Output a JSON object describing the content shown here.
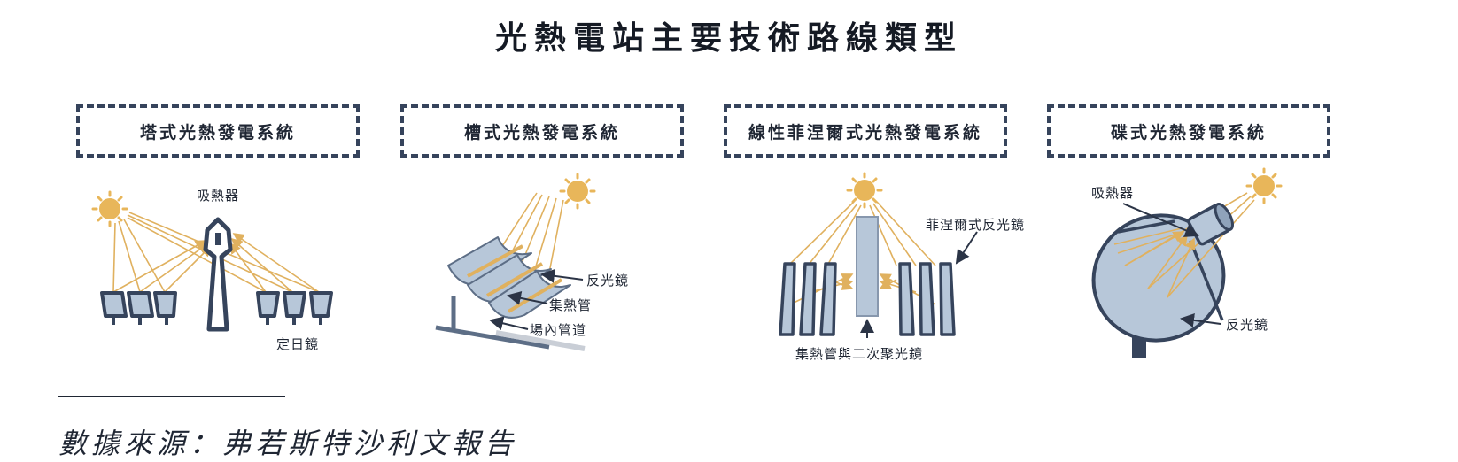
{
  "title": "光熱電站主要技術路線類型",
  "panels": [
    {
      "title": "塔式光熱發電系統",
      "labels": [
        "吸熱器",
        "定日鏡"
      ]
    },
    {
      "title": "槽式光熱發電系統",
      "labels": [
        "反光鏡",
        "集熱管",
        "場內管道"
      ]
    },
    {
      "title": "線性菲涅爾式光熱發電系統",
      "labels": [
        "菲涅爾式反光鏡",
        "集熱管與二次聚光鏡"
      ]
    },
    {
      "title": "碟式光熱發電系統",
      "labels": [
        "吸熱器",
        "反光鏡"
      ]
    }
  ],
  "source": "數據來源：弗若斯特沙利文報告",
  "colors": {
    "sun": "#e8b65a",
    "ray": "#e0b15f",
    "frame": "#36445c",
    "mirror": "#b7c7d9"
  }
}
